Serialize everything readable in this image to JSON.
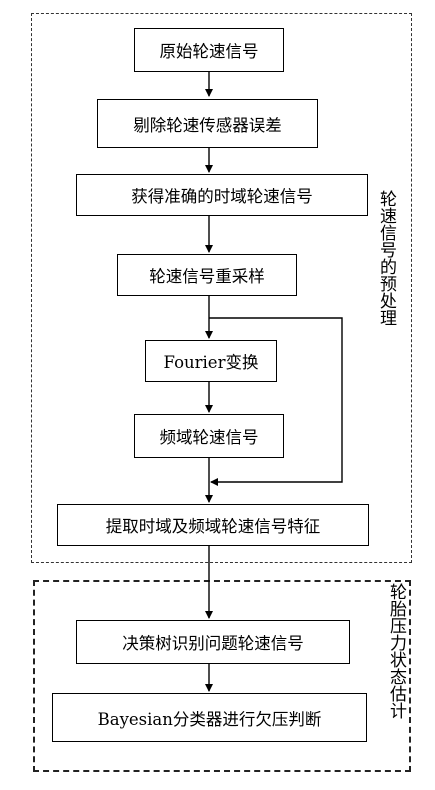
{
  "steps": {
    "raw_signal": "原始轮速信号",
    "remove_sensor_error": "剔除轮速传感器误差",
    "accurate_time_signal": "获得准确的时域轮速信号",
    "resample": "轮速信号重采样",
    "fourier": "Fourier变换",
    "freq_signal": "频域轮速信号",
    "extract_features": "提取时域及频域轮速信号特征",
    "decision_tree": "决策树识别问题轮速信号",
    "bayesian": "Bayesian分类器进行欠压判断"
  },
  "regions": {
    "preprocess_label": "轮速信号的预处理",
    "estimation_label": "轮胎压力状态估计"
  }
}
